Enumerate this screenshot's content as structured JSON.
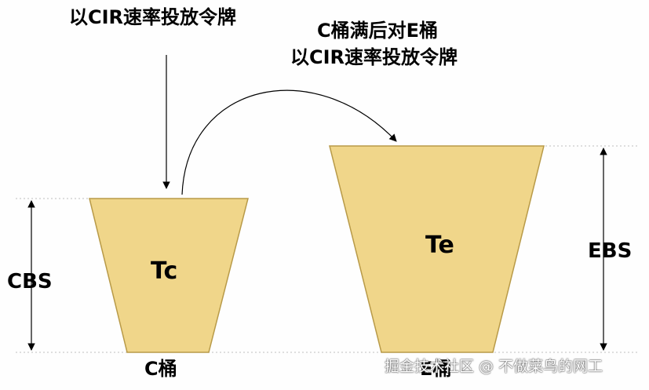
{
  "labels": {
    "top_left": "以CIR速率投放令牌",
    "top_right_line1": "C桶满后对E桶",
    "top_right_line2": "以CIR速率投放令牌",
    "bucket_c_inner": "Tc",
    "bucket_e_inner": "Te",
    "bucket_c_name": "C桶",
    "bucket_e_name": "E桶",
    "cbs": "CBS",
    "ebs": "EBS"
  },
  "watermark": "掘金技术社区 @ 不做菜鸟的网工",
  "colors": {
    "bucket_fill": "#f0d68a",
    "bucket_stroke": "#b89a48",
    "guide_line": "#bdbdbd",
    "arrow": "#000000"
  }
}
